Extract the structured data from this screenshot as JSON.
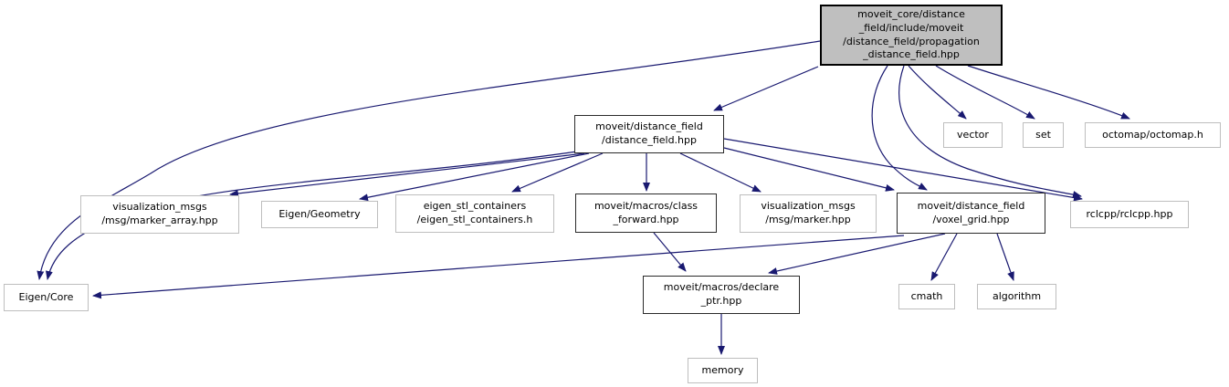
{
  "diagram": {
    "kind": "include-dependency-graph",
    "root_file": "moveit_core/distance_field/include/moveit/distance_field/propagation_distance_field.hpp"
  },
  "colors": {
    "edge": "#191970",
    "root_fill": "#bfbfbf",
    "internal_border": "#2a2a2a",
    "external_border": "#bebebe",
    "node_fill": "#ffffff",
    "text": "#000000"
  },
  "nodes": {
    "propagation_distance_field": {
      "label": "moveit_core/distance\n_field/include/moveit\n/distance_field/propagation\n_distance_field.hpp"
    },
    "distance_field": {
      "label": "moveit/distance_field\n/distance_field.hpp"
    },
    "vector": {
      "label": "vector"
    },
    "set": {
      "label": "set"
    },
    "octomap": {
      "label": "octomap/octomap.h"
    },
    "marker_array": {
      "label": "visualization_msgs\n/msg/marker_array.hpp"
    },
    "eigen_geometry": {
      "label": "Eigen/Geometry"
    },
    "eigen_stl_containers": {
      "label": "eigen_stl_containers\n/eigen_stl_containers.h"
    },
    "class_forward": {
      "label": "moveit/macros/class\n_forward.hpp"
    },
    "marker": {
      "label": "visualization_msgs\n/msg/marker.hpp"
    },
    "voxel_grid": {
      "label": "moveit/distance_field\n/voxel_grid.hpp"
    },
    "rclcpp": {
      "label": "rclcpp/rclcpp.hpp"
    },
    "eigen_core": {
      "label": "Eigen/Core"
    },
    "declare_ptr": {
      "label": "moveit/macros/declare\n_ptr.hpp"
    },
    "cmath": {
      "label": "cmath"
    },
    "algorithm": {
      "label": "algorithm"
    },
    "memory": {
      "label": "memory"
    }
  },
  "edges": [
    {
      "from": "propagation_distance_field",
      "to": "distance_field"
    },
    {
      "from": "propagation_distance_field",
      "to": "eigen_core"
    },
    {
      "from": "propagation_distance_field",
      "to": "vector"
    },
    {
      "from": "propagation_distance_field",
      "to": "set"
    },
    {
      "from": "propagation_distance_field",
      "to": "octomap"
    },
    {
      "from": "propagation_distance_field",
      "to": "voxel_grid"
    },
    {
      "from": "propagation_distance_field",
      "to": "rclcpp"
    },
    {
      "from": "distance_field",
      "to": "marker_array"
    },
    {
      "from": "distance_field",
      "to": "eigen_geometry"
    },
    {
      "from": "distance_field",
      "to": "eigen_stl_containers"
    },
    {
      "from": "distance_field",
      "to": "class_forward"
    },
    {
      "from": "distance_field",
      "to": "marker"
    },
    {
      "from": "distance_field",
      "to": "voxel_grid"
    },
    {
      "from": "distance_field",
      "to": "rclcpp"
    },
    {
      "from": "distance_field",
      "to": "eigen_core"
    },
    {
      "from": "class_forward",
      "to": "declare_ptr"
    },
    {
      "from": "voxel_grid",
      "to": "declare_ptr"
    },
    {
      "from": "voxel_grid",
      "to": "cmath"
    },
    {
      "from": "voxel_grid",
      "to": "algorithm"
    },
    {
      "from": "voxel_grid",
      "to": "eigen_core"
    },
    {
      "from": "declare_ptr",
      "to": "memory"
    }
  ]
}
